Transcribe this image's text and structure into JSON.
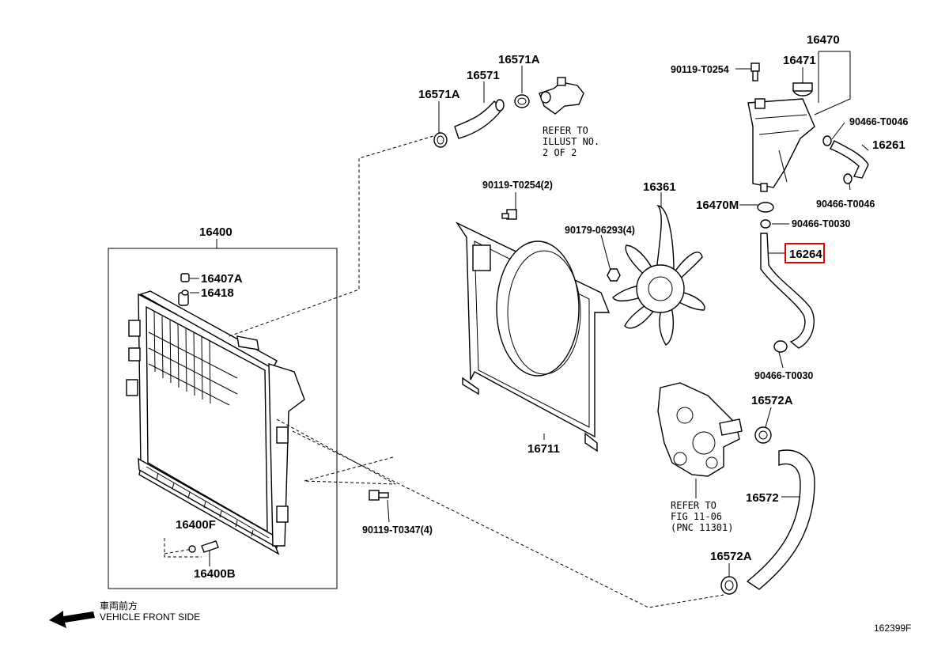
{
  "diagram_id": "162399F",
  "direction": {
    "label_jp": "車両前方",
    "label_en": "VEHICLE FRONT SIDE"
  },
  "highlighted_part": "16264",
  "parts": {
    "p16470": "16470",
    "p16471": "16471",
    "p90119_T0254": "90119-T0254",
    "p90466_T0046_a": "90466-T0046",
    "p16261": "16261",
    "p90466_T0046_b": "90466-T0046",
    "p16470M": "16470M",
    "p90466_T0030_a": "90466-T0030",
    "p16264": "16264",
    "p90466_T0030_b": "90466-T0030",
    "p16571A_top": "16571A",
    "p16571": "16571",
    "p16571A_left": "16571A",
    "p90119_T0254_2": "90119-T0254(2)",
    "p16361": "16361",
    "p90179_06293_4": "90179-06293(4)",
    "p16400": "16400",
    "p16407A": "16407A",
    "p16418": "16418",
    "p16711": "16711",
    "p16572A_top": "16572A",
    "p16572": "16572",
    "p16572A_bottom": "16572A",
    "p16400F": "16400F",
    "p16400B": "16400B",
    "p90119_T0347_4": "90119-T0347(4)"
  },
  "notes": {
    "refer_illust": [
      "REFER TO",
      "ILLUST NO.",
      "2 OF 2"
    ],
    "refer_fig": [
      "REFER TO",
      "FIG 11-06",
      "(PNC 11301)"
    ]
  },
  "colors": {
    "line": "#000000",
    "highlight": "#e00000",
    "background": "#ffffff"
  }
}
